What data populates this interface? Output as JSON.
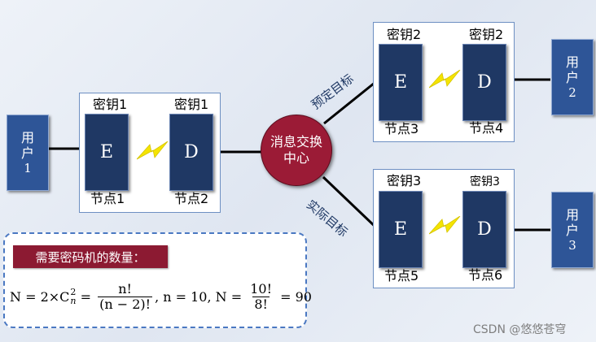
{
  "key_label": "密钥",
  "node_label": "节点",
  "user_label_chars": [
    "用",
    "户"
  ],
  "hub": {
    "line1": "消息交换",
    "line2": "中心"
  },
  "routes": {
    "predetermined": "预定目标",
    "actual": "实际目标"
  },
  "groups": [
    {
      "key_left": "密钥1",
      "key_right": "密钥1",
      "enc": "E",
      "dec": "D",
      "node_left": "节点1",
      "node_right": "节点2"
    },
    {
      "key_left": "密钥2",
      "key_right": "密钥2",
      "enc": "E",
      "dec": "D",
      "node_left": "节点3",
      "node_right": "节点4"
    },
    {
      "key_left": "密钥3",
      "key_right": "密钥3",
      "enc": "E",
      "dec": "D",
      "node_left": "节点5",
      "node_right": "节点6"
    }
  ],
  "users": [
    {
      "line1": "用",
      "line2": "户",
      "num": "1"
    },
    {
      "line1": "用",
      "line2": "户",
      "num": "2"
    },
    {
      "line1": "用",
      "line2": "户",
      "num": "3"
    }
  ],
  "formula_title": "需要密码机的数量：",
  "formula": {
    "lhs": "N = 2×C",
    "c_sup": "2",
    "c_sub": "n",
    "eq": " = ",
    "frac1_num": "n!",
    "frac1_den": "(n − 2)!",
    "mid": ", n = 10, N = ",
    "frac2_num": "10!",
    "frac2_den": "8!",
    "result": " = 90"
  },
  "watermark": "CSDN @悠悠苍穹",
  "colors": {
    "device": "#1f3864",
    "user": "#2e5597",
    "hub": "#9b1b36",
    "frame_border": "#6d8fc2",
    "bolt": "#f5e400"
  }
}
